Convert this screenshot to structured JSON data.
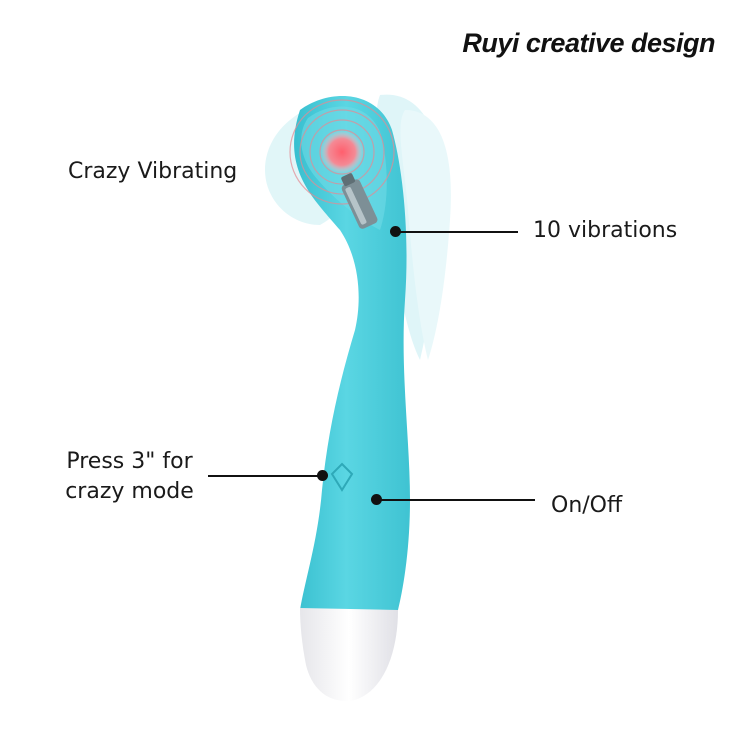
{
  "brand": "Ruyi creative design",
  "product_image": {
    "description_icon": "vibrator-product-illustration",
    "colors": {
      "body": "#4fcfdd",
      "body_shadow": "#38b7c6",
      "ghost": "#bfecf2",
      "tip": "#f1f1f4",
      "motor_glow": "#f04a5a",
      "motor": "#8a9aa0"
    }
  },
  "callouts": {
    "crazy_vibrating": "Crazy Vibrating",
    "vibrations": "10 vibrations",
    "press_line1": "Press 3\" for",
    "press_line2": "crazy mode",
    "on_off": "On/Off"
  }
}
